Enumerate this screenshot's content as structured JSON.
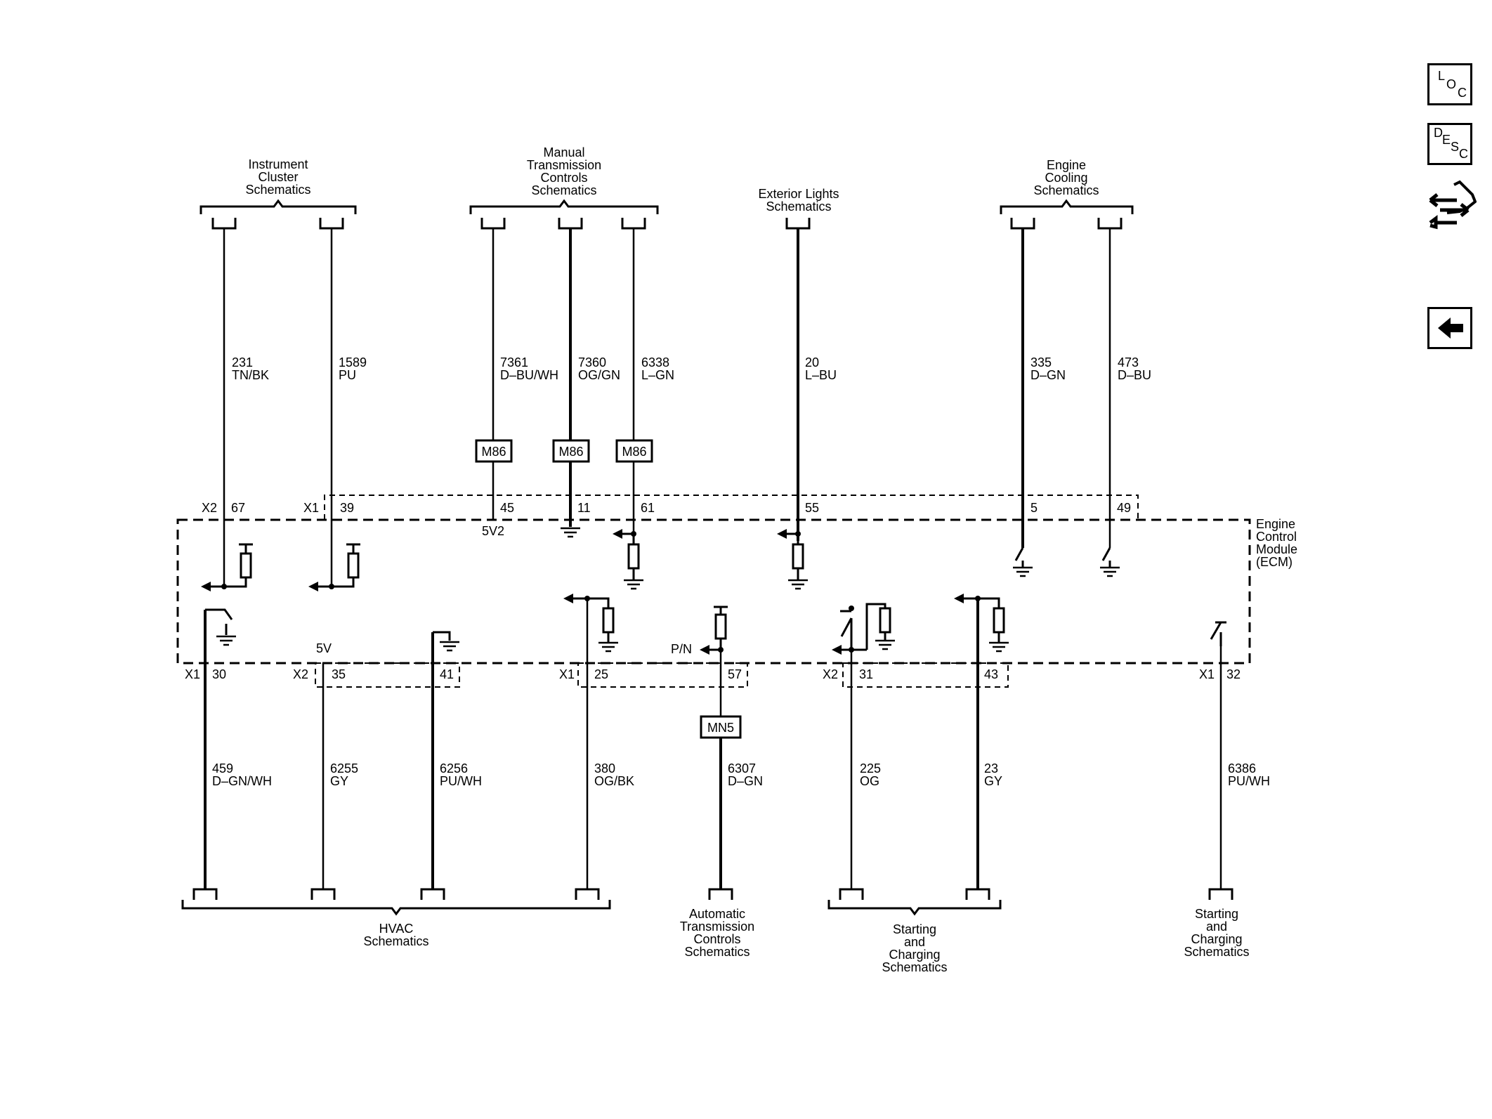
{
  "nav": {
    "loc": [
      "L",
      "O",
      "C"
    ],
    "desc": [
      "D",
      "E",
      "S",
      "C"
    ]
  },
  "ecm_label": [
    "Engine",
    "Control",
    "Module",
    "(ECM)"
  ],
  "groups": {
    "instrument_cluster": [
      "Instrument",
      "Cluster",
      "Schematics"
    ],
    "manual_trans": [
      "Manual",
      "Transmission",
      "Controls",
      "Schematics"
    ],
    "exterior_lights": [
      "Exterior Lights",
      "Schematics"
    ],
    "engine_cooling": [
      "Engine",
      "Cooling",
      "Schematics"
    ],
    "hvac": [
      "HVAC",
      "Schematics"
    ],
    "auto_trans": [
      "Automatic",
      "Transmission",
      "Controls",
      "Schematics"
    ],
    "starting_charging_a": [
      "Starting",
      "and",
      "Charging",
      "Schematics"
    ],
    "starting_charging_b": [
      "Starting",
      "and",
      "Charging",
      "Schematics"
    ]
  },
  "top_wires": [
    {
      "circuit": "231",
      "color": "TN/BK",
      "connector": "X2",
      "pin": "67"
    },
    {
      "circuit": "1589",
      "color": "PU",
      "connector": "X1",
      "pin": "39"
    },
    {
      "circuit": "7361",
      "color": "D–BU/WH",
      "pin": "45",
      "splice": "M86",
      "pin_label": "5V2"
    },
    {
      "circuit": "7360",
      "color": "OG/GN",
      "pin": "11",
      "splice": "M86"
    },
    {
      "circuit": "6338",
      "color": "L–GN",
      "pin": "61",
      "splice": "M86"
    },
    {
      "circuit": "20",
      "color": "L–BU",
      "pin": "55"
    },
    {
      "circuit": "335",
      "color": "D–GN",
      "pin": "5"
    },
    {
      "circuit": "473",
      "color": "D–BU",
      "pin": "49"
    }
  ],
  "bottom_wires": [
    {
      "circuit": "459",
      "color": "D–GN/WH",
      "connector": "X1",
      "pin": "30"
    },
    {
      "circuit": "6255",
      "color": "GY",
      "connector": "X2",
      "pin": "35",
      "pin_label": "5V"
    },
    {
      "circuit": "6256",
      "color": "PU/WH",
      "pin": "41"
    },
    {
      "circuit": "380",
      "color": "OG/BK",
      "connector": "X1",
      "pin": "25"
    },
    {
      "circuit": "6307",
      "color": "D–GN",
      "pin": "57",
      "splice": "MN5",
      "pin_label": "P/N"
    },
    {
      "circuit": "225",
      "color": "OG",
      "connector": "X2",
      "pin": "31"
    },
    {
      "circuit": "23",
      "color": "GY",
      "pin": "43"
    },
    {
      "circuit": "6386",
      "color": "PU/WH",
      "connector": "X1",
      "pin": "32"
    }
  ]
}
